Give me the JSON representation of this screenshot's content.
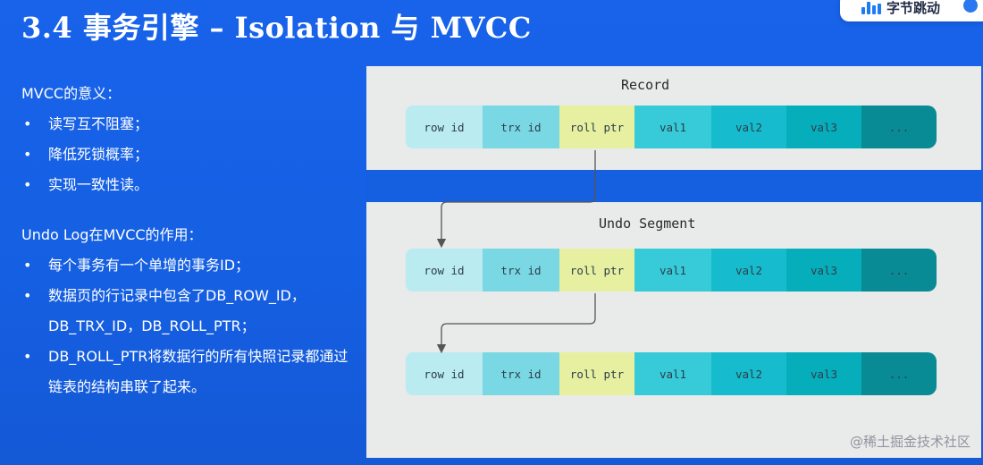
{
  "title": "3.4 事务引擎 – Isolation 与 MVCC",
  "brand": {
    "label": "字节跳动"
  },
  "left_panel": {
    "mvcc_heading": "MVCC的意义：",
    "mvcc_points": [
      "读写互不阻塞；",
      "降低死锁概率；",
      "实现一致性读。"
    ],
    "undo_heading": "Undo Log在MVCC的作用：",
    "undo_points": [
      "每个事务有一个单增的事务ID；",
      "数据页的行记录中包含了DB_ROW_ID，DB_TRX_ID，DB_ROLL_PTR；",
      "DB_ROLL_PTR将数据行的所有快照记录都通过链表的结构串联了起来。"
    ]
  },
  "diagram": {
    "record_label": "Record",
    "undo_label": "Undo Segment",
    "cells": [
      "row id",
      "trx id",
      "roll ptr",
      "val1",
      "val2",
      "val3",
      "..."
    ],
    "cell_colors": [
      "#b9ebf1",
      "#7ad8e4",
      "#e7f0a0",
      "#37cbd9",
      "#16bccd",
      "#06aebc",
      "#088b94"
    ]
  },
  "watermark": "@稀土掘金技术社区"
}
